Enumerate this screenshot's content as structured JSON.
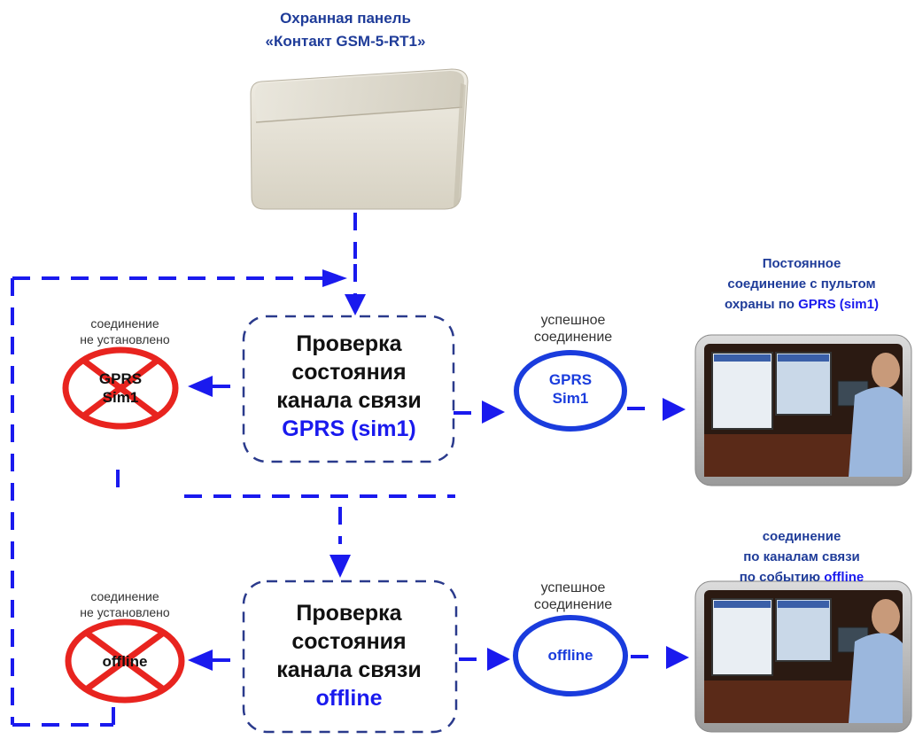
{
  "panel": {
    "title_line1": "Охранная панель",
    "title_line2": "«Контакт GSM-5-RT1»"
  },
  "top_right": {
    "line1": "Постоянное",
    "line2": "соединение с пультом",
    "line3_prefix": "охраны по ",
    "line3_highlight": "GPRS (sim1)"
  },
  "bottom_right": {
    "line1": "соединение",
    "line2": "по каналам связи",
    "line3_prefix": "по событию ",
    "line3_highlight": "offline"
  },
  "check_gprs": {
    "line1": "Проверка",
    "line2": "состояния",
    "line3": "канала связи",
    "line4": "GPRS (sim1)"
  },
  "check_offline": {
    "line1": "Проверка",
    "line2": "состояния",
    "line3": "канала связи",
    "line4": "offline"
  },
  "fail_label": {
    "line1": "соединение",
    "line2": "не установлено"
  },
  "success_label": {
    "line1": "успешное",
    "line2": "соединение"
  },
  "gprs_oval": {
    "line1": "GPRS",
    "line2": "Sim1"
  },
  "offline_oval": {
    "line1": "offline"
  },
  "colors": {
    "flow_blue": "#1a1aee",
    "title_blue": "#1f3c99",
    "fail_red": "#e8241f",
    "box_border": "#2a3a8c"
  }
}
